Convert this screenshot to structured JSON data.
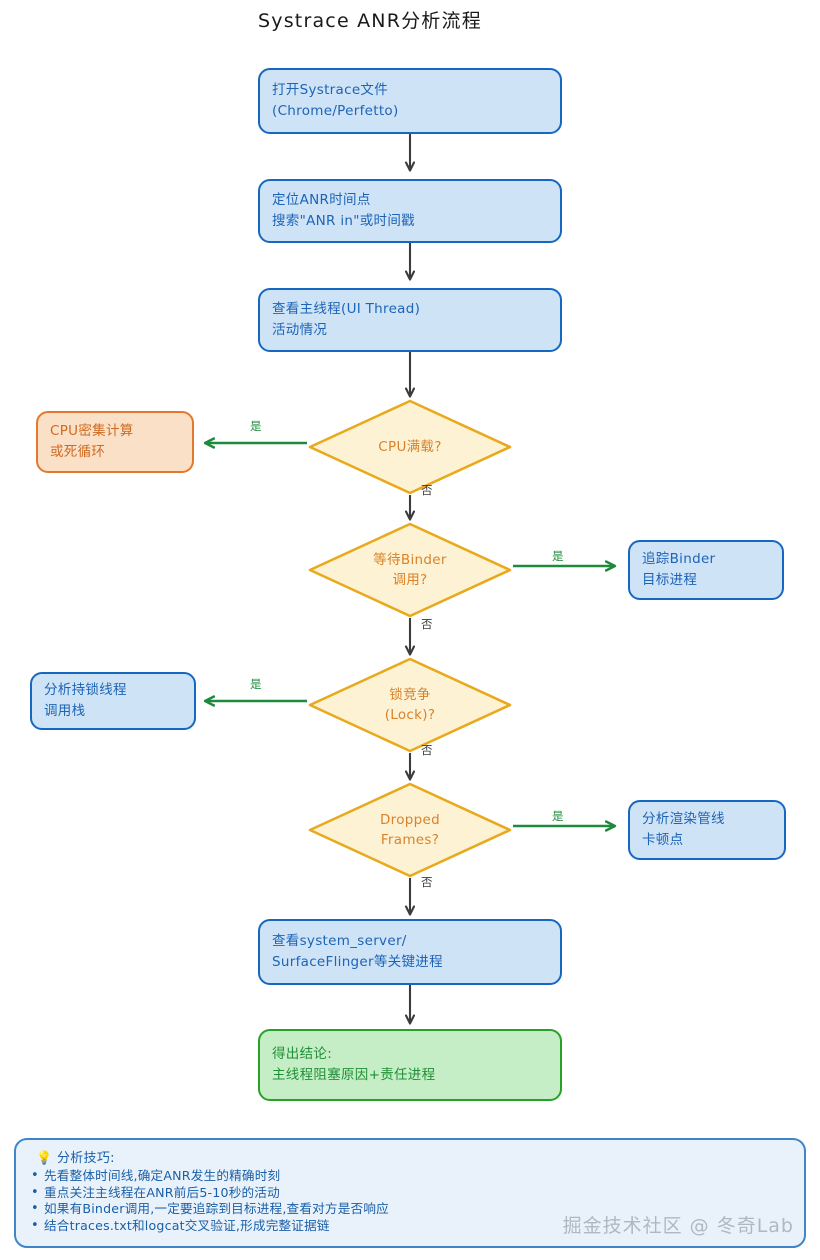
{
  "title": "Systrace ANR分析流程",
  "colors": {
    "process_fill": "#cfe3f7",
    "process_border": "#1667c0",
    "process_text": "#1d64b6",
    "decision_fill": "#fdf3d4",
    "decision_border": "#e9a91c",
    "decision_text": "#d9822b",
    "warn_fill": "#fbe0c8",
    "warn_border": "#e2792c",
    "result_fill": "#c6eec6",
    "result_border": "#27a127",
    "yes_arrow": "#1e8a3c",
    "flow_arrow": "#3c3c3c"
  },
  "nodes": {
    "open_file": {
      "line1": "打开Systrace文件",
      "line2": "(Chrome/Perfetto)"
    },
    "locate_anr": {
      "line1": "定位ANR时间点",
      "line2": "搜索\"ANR in\"或时间戳"
    },
    "main_thread": {
      "line1": "查看主线程(UI Thread)",
      "line2": "活动情况"
    },
    "cpu_busy": {
      "line1": "CPU密集计算",
      "line2": "或死循环"
    },
    "trace_binder": {
      "line1": "追踪Binder",
      "line2": "目标进程"
    },
    "lock_stack": {
      "line1": "分析持锁线程",
      "line2": "调用栈"
    },
    "render_pipeline": {
      "line1": "分析渲染管线",
      "line2": "卡顿点"
    },
    "system_server": {
      "line1": "查看system_server/",
      "line2": "SurfaceFlinger等关键进程"
    },
    "conclusion": {
      "line1": "得出结论:",
      "line2": "主线程阻塞原因+责任进程"
    }
  },
  "decisions": {
    "cpu_full": {
      "line1": "CPU满载?",
      "line2": ""
    },
    "wait_binder": {
      "line1": "等待Binder",
      "line2": "调用?"
    },
    "lock_contention": {
      "line1": "锁竞争",
      "line2": "(Lock)?"
    },
    "dropped_frames": {
      "line1": "Dropped",
      "line2": "Frames?"
    }
  },
  "edges": {
    "yes": "是",
    "no": "否"
  },
  "tips": {
    "icon": "lightbulb-icon",
    "icon_glyph": "💡",
    "heading": "分析技巧:",
    "items": [
      "先看整体时间线,确定ANR发生的精确时刻",
      "重点关注主线程在ANR前后5-10秒的活动",
      "如果有Binder调用,一定要追踪到目标进程,查看对方是否响应",
      "结合traces.txt和logcat交叉验证,形成完整证据链"
    ]
  },
  "watermark": "掘金技术社区 @ 冬奇Lab"
}
